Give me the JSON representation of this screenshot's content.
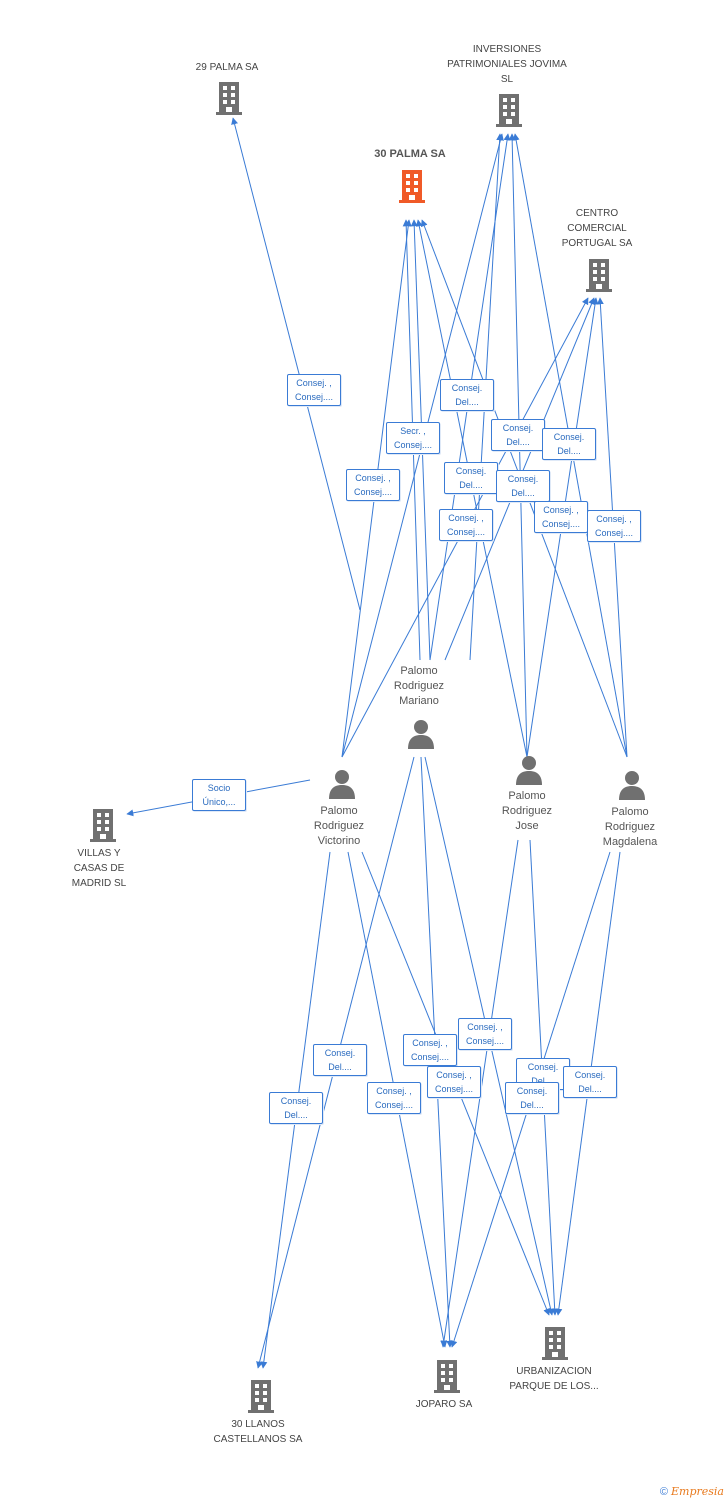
{
  "colors": {
    "edge": "#3a7bd5",
    "node": "#707070",
    "highlight": "#f05a28"
  },
  "nodes": {
    "palma29": {
      "label": "29 PALMA SA"
    },
    "jovima": {
      "label": "INVERSIONES PATRIMONIALES JOVIMA SL"
    },
    "palma30": {
      "label": "30 PALMA SA"
    },
    "centro": {
      "label": "CENTRO COMERCIAL PORTUGAL SA"
    },
    "mariano": {
      "label": "Palomo Rodriguez Mariano"
    },
    "victorino": {
      "label": "Palomo Rodriguez Victorino"
    },
    "jose": {
      "label": "Palomo Rodriguez Jose"
    },
    "magdalena": {
      "label": "Palomo Rodriguez Magdalena"
    },
    "villas": {
      "label": "VILLAS Y CASAS DE MADRID SL"
    },
    "llanos": {
      "label": "30 LLANOS CASTELLANOS SA"
    },
    "joparo": {
      "label": "JOPARO SA"
    },
    "urbanizacion": {
      "label": "URBANIZACION PARQUE DE LOS..."
    }
  },
  "edge_labels": [
    {
      "l1": "Consej. ,",
      "l2": "Consej...."
    },
    {
      "l1": "Consej.",
      "l2": "Del...."
    },
    {
      "l1": "Secr. ,",
      "l2": "Consej...."
    },
    {
      "l1": "Consej.",
      "l2": "Del...."
    },
    {
      "l1": "Consej.",
      "l2": "Del...."
    },
    {
      "l1": "Consej. ,",
      "l2": "Consej...."
    },
    {
      "l1": "Consej.",
      "l2": "Del...."
    },
    {
      "l1": "Consej.",
      "l2": "Del...."
    },
    {
      "l1": "Consej. ,",
      "l2": "Consej...."
    },
    {
      "l1": "Consej. ,",
      "l2": "Consej...."
    },
    {
      "l1": "Consej. ,",
      "l2": "Consej...."
    },
    {
      "l1": "Socio",
      "l2": "Único,..."
    },
    {
      "l1": "Consej. ,",
      "l2": "Consej...."
    },
    {
      "l1": "Consej. ,",
      "l2": "Consej...."
    },
    {
      "l1": "Consej.",
      "l2": "Del...."
    },
    {
      "l1": "Consej.",
      "l2": "Del...."
    },
    {
      "l1": "Consej. ,",
      "l2": "Consej...."
    },
    {
      "l1": "Consej. ,",
      "l2": "Consej...."
    },
    {
      "l1": "Consej.",
      "l2": "Del...."
    },
    {
      "l1": "Consej.",
      "l2": "Del...."
    },
    {
      "l1": "Consej.",
      "l2": "Del...."
    }
  ],
  "footer": {
    "copyright": "©",
    "brand": "Empresia"
  }
}
